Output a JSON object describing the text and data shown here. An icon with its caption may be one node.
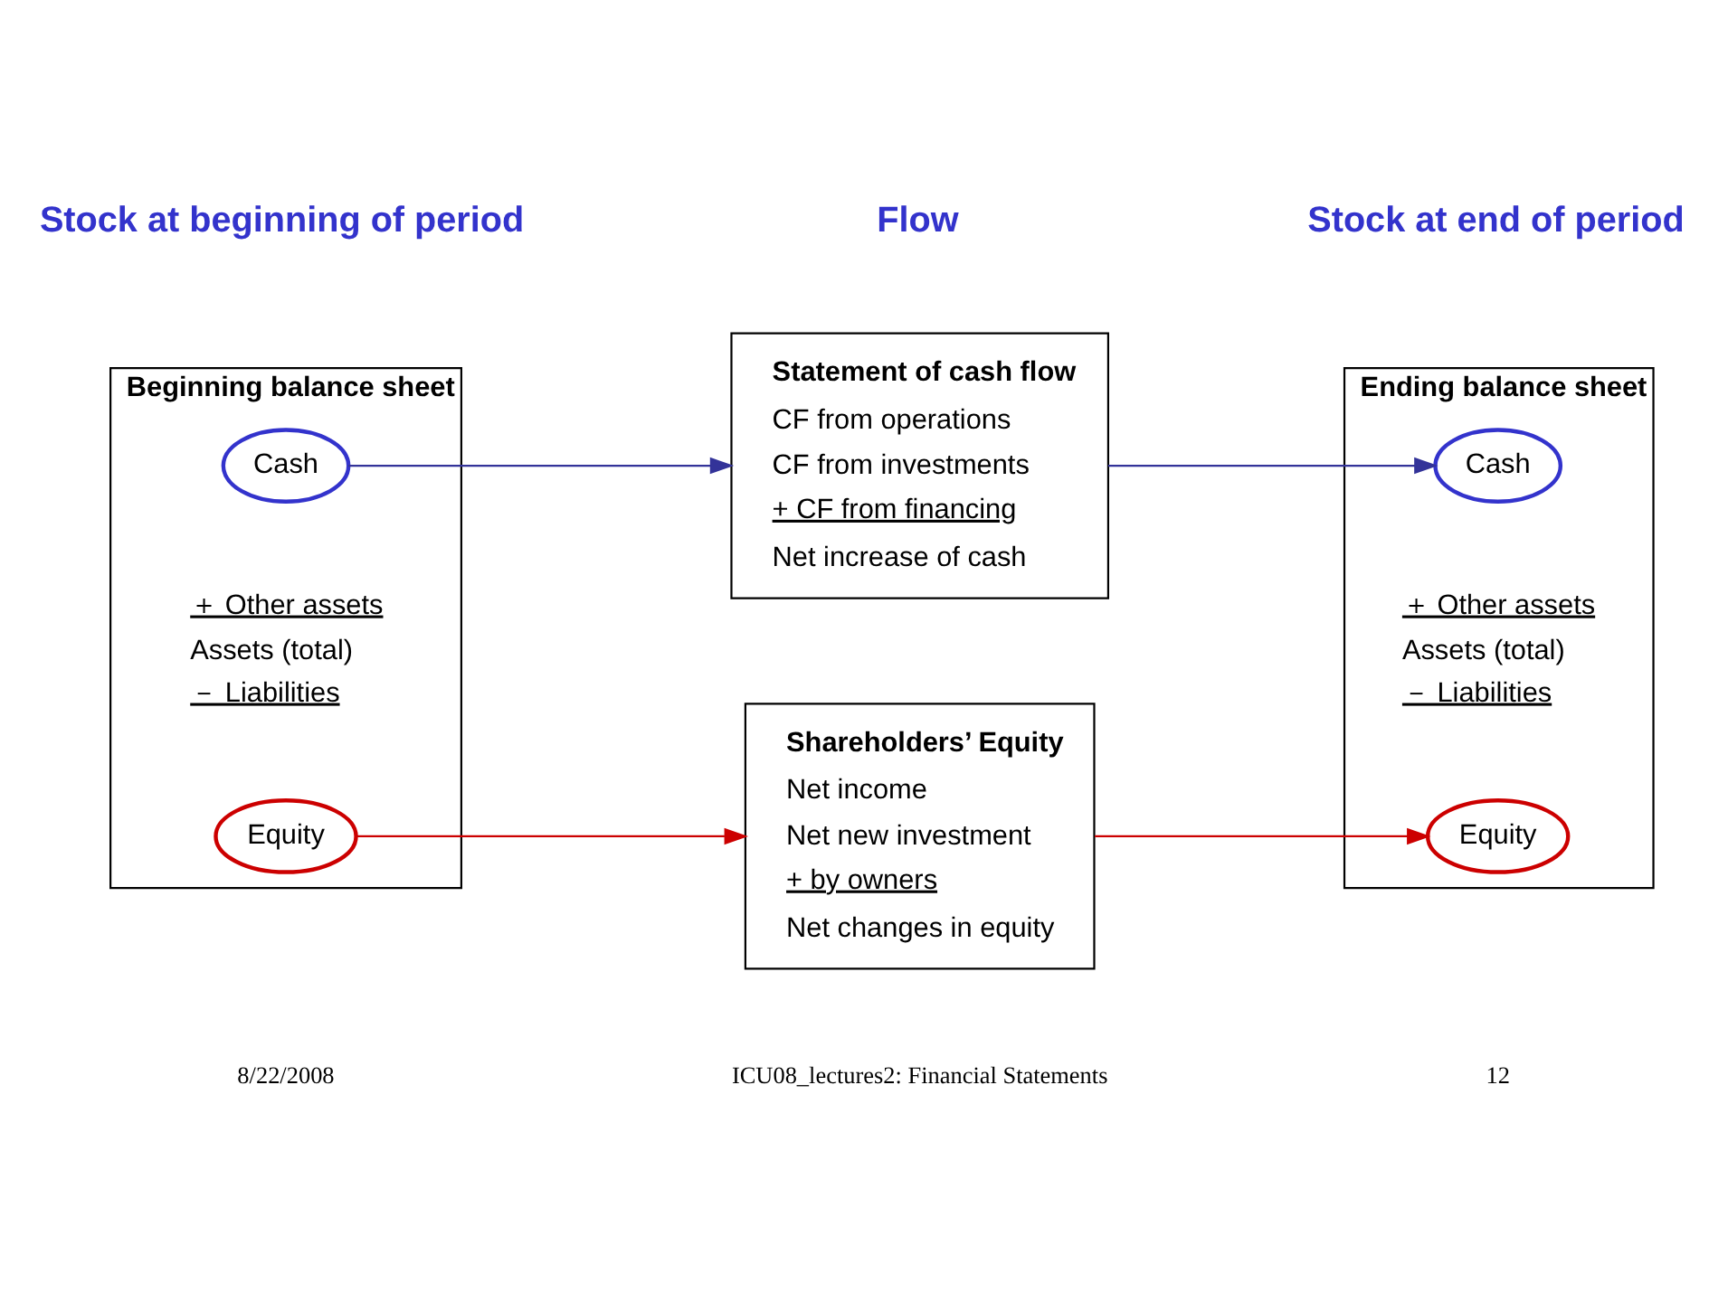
{
  "diagram": {
    "nodes": [
      {
        "text": [
          "Beginning balance sheet",
          "＋ Other assets",
          "Assets (total)",
          "－ Liabilities"
        ]
      },
      {
        "text": [
          "Cash"
        ],
        "in": 0
      },
      {
        "text": [
          "Equity"
        ],
        "in": 0
      },
      {
        "text": [
          "Statement of cash flow",
          "CF from operations",
          "CF from investments",
          "+ CF from financing",
          "Net increase of cash"
        ]
      },
      {
        "text": [
          "Shareholders’ Equity",
          "Net income",
          "Net new investment",
          "+ by owners",
          "Net changes in equity"
        ]
      },
      {
        "text": [
          "Ending balance sheet",
          "＋ Other assets",
          "Assets (total)",
          "－ Liabilities"
        ]
      },
      {
        "text": [
          "Cash"
        ],
        "in": 5
      },
      {
        "text": [
          "Equity"
        ],
        "in": 5
      }
    ],
    "edges": [
      {
        "from": 1,
        "to": 3,
        "arrow": "to",
        "color": "#333399"
      },
      {
        "from": 3,
        "to": 6,
        "arrow": "to",
        "color": "#333399"
      },
      {
        "from": 2,
        "to": 4,
        "arrow": "to",
        "color": "#cc0000"
      },
      {
        "from": 4,
        "to": 7,
        "arrow": "to",
        "color": "#cc0000"
      }
    ],
    "labels": [
      "Stock at beginning of period",
      "Flow",
      "Stock at end of period",
      "8/22/2008",
      "ICU08_lectures2: Financial Statements",
      "12"
    ]
  }
}
